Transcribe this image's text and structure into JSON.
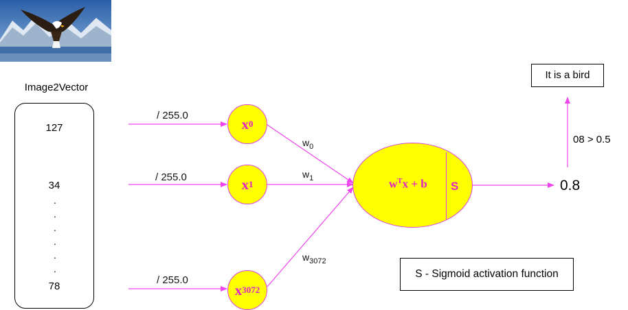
{
  "photo": {
    "icon": "bald-eagle-photo"
  },
  "vector": {
    "title": "Image2Vector",
    "values": [
      "127",
      "34",
      "78"
    ],
    "ellipsis_dots": [
      ".",
      ".",
      ".",
      ".",
      ".",
      "."
    ]
  },
  "inputs": [
    {
      "scale_label": "/ 255.0",
      "node_label": "x",
      "node_sub": "0",
      "weight": "w",
      "weight_sub": "0"
    },
    {
      "scale_label": "/ 255.0",
      "node_label": "x",
      "node_sub": "1",
      "weight": "w",
      "weight_sub": "1"
    },
    {
      "scale_label": "/ 255.0",
      "node_label": "x",
      "node_sub": "3072",
      "weight": "w",
      "weight_sub": "3072"
    }
  ],
  "neuron": {
    "formula_w": "w",
    "formula_sup": "T",
    "formula_rest": "x + b",
    "activation": "S"
  },
  "output": {
    "value": "0.8",
    "condition": "08 > 0.5",
    "result": "It is a bird"
  },
  "legend": "S - Sigmoid activation function",
  "colors": {
    "arrow": "#ee44ee",
    "node_fill": "#ffff00",
    "node_text": "#e020c8"
  }
}
